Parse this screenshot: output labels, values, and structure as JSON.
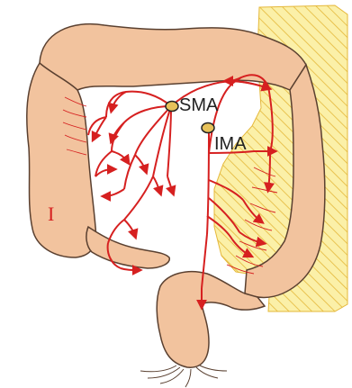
{
  "labels": {
    "sma": "SMA",
    "ima": "IMA",
    "roman_numeral": "I"
  },
  "colors": {
    "bowel_fill": "#F2C39E",
    "bowel_outline": "#5A4030",
    "artery": "#D62020",
    "hatch_region": "#FBF0A8",
    "hatch_lines": "#E5B83A",
    "origin_dot": "#E7C25A"
  }
}
